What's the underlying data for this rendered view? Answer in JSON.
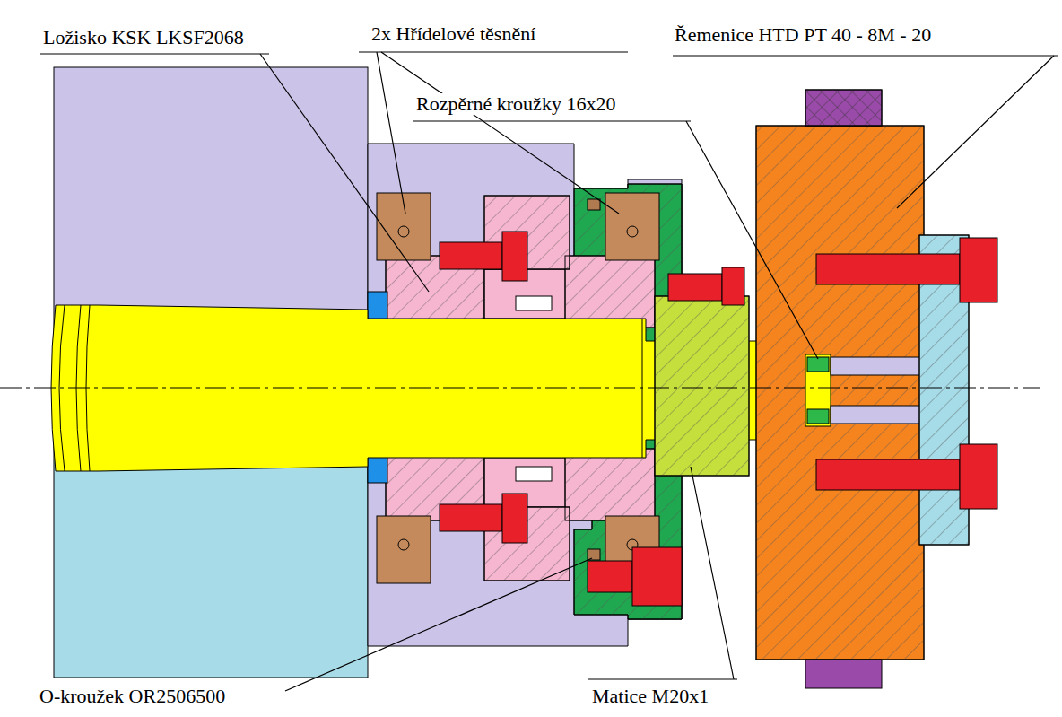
{
  "diagram": {
    "labels": [
      "Ložisko KSK LKSF2068",
      "2x Hřídelové těsnění",
      "Řemenice HTD PT 40 - 8M - 20",
      "Rozpěrné kroužky 16x20",
      "O-kroužek OR2506500",
      "Matice M20x1"
    ]
  }
}
